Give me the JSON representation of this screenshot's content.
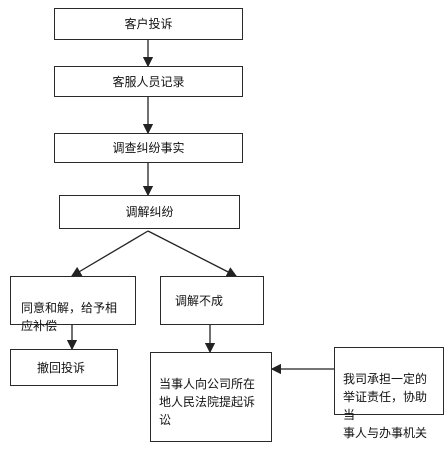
{
  "nodes": {
    "customer_complaint": "客户投诉",
    "service_record": "客服人员记录",
    "investigate_facts": "调查纠纷事实",
    "mediate_dispute": "调解纠纷",
    "agree_settlement": "同意和解，给予相\n应补偿",
    "mediation_failed": "调解不成",
    "withdraw_complaint": "撤回投诉",
    "file_lawsuit": "当事人向公司所在\n地人民法院提起诉\n讼",
    "company_support": "我司承担一定的\n举证责任，协助当\n事人与办事机关"
  }
}
